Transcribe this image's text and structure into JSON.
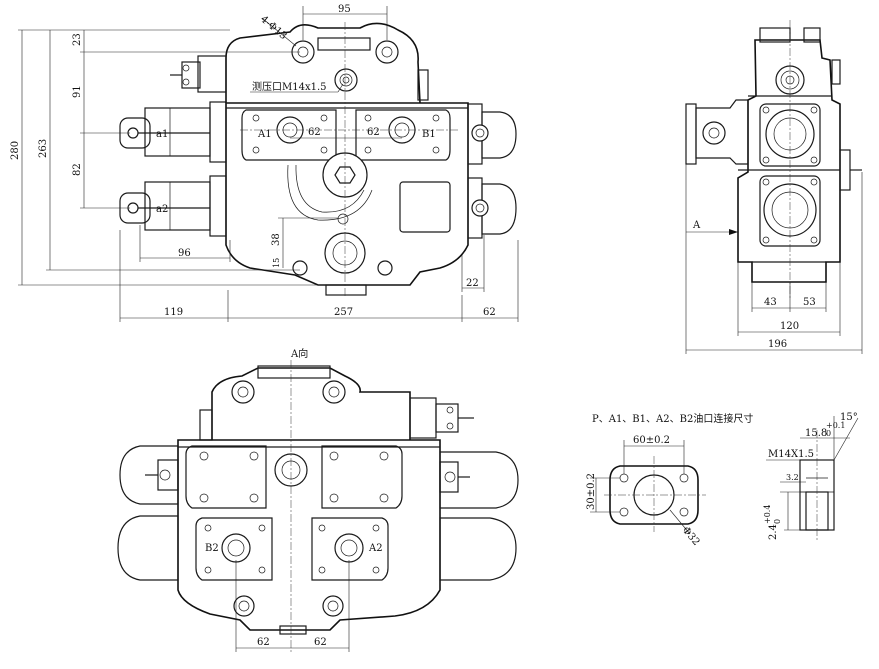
{
  "front_view": {
    "hole_callout": "4-Φ13",
    "port_note": "测压口M14x1.5",
    "port_labels": {
      "a1": "a1",
      "a2": "a2",
      "A1": "A1",
      "B1": "B1"
    },
    "dims": {
      "top_width": "95",
      "d23": "23",
      "d91": "91",
      "d82": "82",
      "d280": "280",
      "d263": "263",
      "d62_left": "62",
      "d62_right": "62",
      "d96": "96",
      "d38": "38",
      "d15": "15",
      "d22": "22",
      "d119": "119",
      "d257": "257",
      "d62_bottom": "62"
    }
  },
  "side_view": {
    "arrow_label": "A",
    "dims": {
      "d43": "43",
      "d53": "53",
      "d120": "120",
      "d196": "196"
    }
  },
  "bottom_view": {
    "title": "A向",
    "port_labels": {
      "B2": "B2",
      "A2": "A2"
    },
    "dims": {
      "d62_a": "62",
      "d62_b": "62"
    }
  },
  "flange_detail": {
    "title": "P、A1、B1、A2、B2油口连接尺寸",
    "width_dim": "60±0.2",
    "height_dim": "30±0.2",
    "diameter_dim": "Φ32"
  },
  "thread_detail": {
    "thread": "M14X1.5",
    "depth": "15.8",
    "depth_tol": "+0.1",
    "depth_tol_low": "0",
    "angle": "15°",
    "small_dim": "3.2",
    "bottom_dim": "2.4",
    "bottom_tol": "+0.4",
    "bottom_tol_low": "0"
  }
}
